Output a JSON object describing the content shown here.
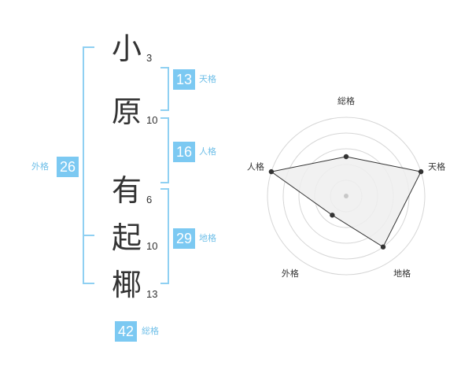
{
  "name": {
    "chars": [
      "小",
      "原",
      "有",
      "起",
      "椰"
    ],
    "strokes": [
      "3",
      "10",
      "6",
      "10",
      "13"
    ]
  },
  "fortune": {
    "tenkaku": {
      "value": "13",
      "label": "天格"
    },
    "jinkaku": {
      "value": "16",
      "label": "人格"
    },
    "chikaku": {
      "value": "29",
      "label": "地格"
    },
    "gaikaku": {
      "value": "26",
      "label": "外格"
    },
    "soukaku": {
      "value": "42",
      "label": "総格"
    }
  },
  "radar": {
    "axes": [
      "総格",
      "天格",
      "地格",
      "外格",
      "人格"
    ],
    "levels": 5,
    "values": [
      2.5,
      5,
      4,
      1.5,
      5
    ]
  },
  "colors": {
    "accent": "#7cc9f2",
    "bracket": "#8fd0f2",
    "radar_fill": "#efefef",
    "radar_stroke": "#333333"
  }
}
